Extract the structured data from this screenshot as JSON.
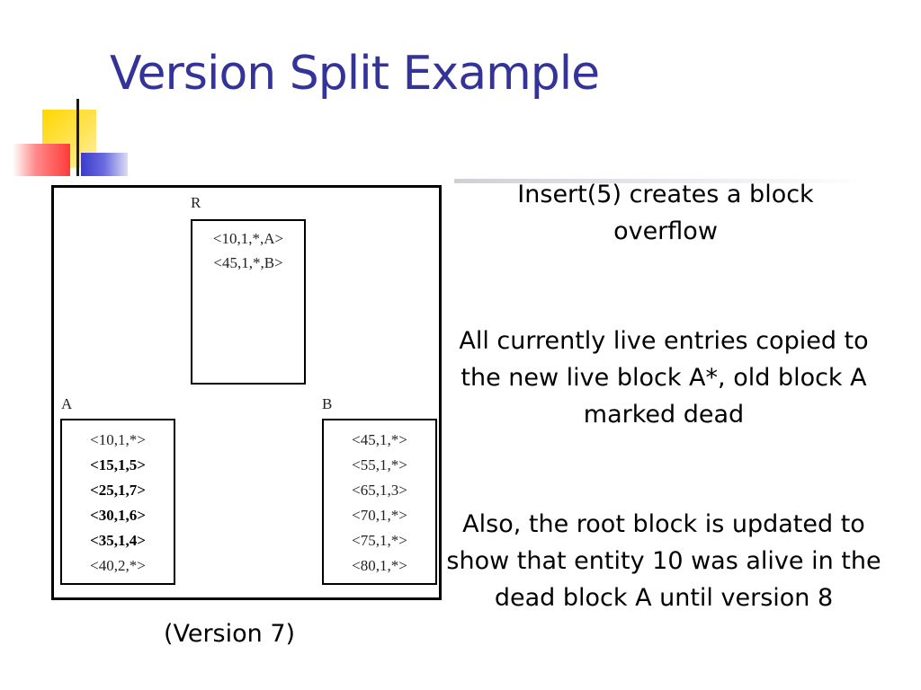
{
  "title": "Version Split Example",
  "diagram": {
    "blocks": [
      {
        "name": "R",
        "entries": [
          {
            "text": "<10,1,*,A>",
            "bold": false
          },
          {
            "text": "<45,1,*,B>",
            "bold": false
          }
        ]
      },
      {
        "name": "A",
        "entries": [
          {
            "text": "<10,1,*>",
            "bold": false
          },
          {
            "text": "<15,1,5>",
            "bold": true
          },
          {
            "text": "<25,1,7>",
            "bold": true
          },
          {
            "text": "<30,1,6>",
            "bold": true
          },
          {
            "text": "<35,1,4>",
            "bold": true
          },
          {
            "text": "<40,2,*>",
            "bold": false
          }
        ]
      },
      {
        "name": "B",
        "entries": [
          {
            "text": "<45,1,*>",
            "bold": false
          },
          {
            "text": "<55,1,*>",
            "bold": false
          },
          {
            "text": "<65,1,3>",
            "bold": false
          },
          {
            "text": "<70,1,*>",
            "bold": false
          },
          {
            "text": "<75,1,*>",
            "bold": false
          },
          {
            "text": "<80,1,*>",
            "bold": false
          }
        ]
      }
    ],
    "caption": "(Version 7)"
  },
  "notes": [
    "Insert(5) creates a block overflow",
    "All currently live entries copied to the new live block A*, old block A marked dead",
    "Also, the root block is updated to show that entity 10 was alive in the dead block A until version 8"
  ],
  "colors": {
    "title": "#333399",
    "deco_yellow": "#ffd700",
    "deco_red": "#ff3a3a",
    "deco_blue": "#3b3bcc"
  }
}
